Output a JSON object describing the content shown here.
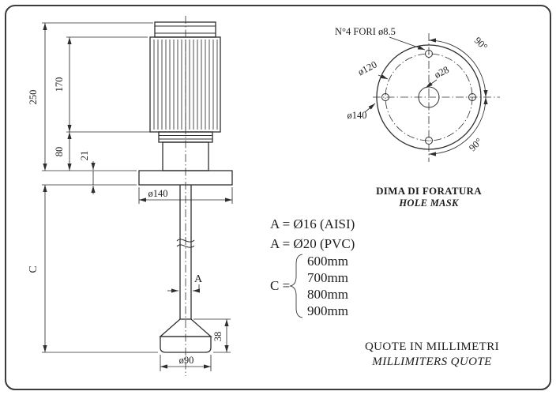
{
  "colors": {
    "ink": "#2e2e2e",
    "paper": "#ffffff"
  },
  "elevation": {
    "dim_250": "250",
    "dim_170": "170",
    "dim_80": "80",
    "dim_21": "21",
    "dim_flange": "ø140",
    "dim_c": "C",
    "dim_a": "A",
    "dim_38": "38",
    "dim_base": "ø90"
  },
  "hole_mask": {
    "callout_holes": "N°4 FORI  ø8.5",
    "dim_bolt_circle": "ø120",
    "dim_center_hole": "ø28",
    "dim_outer": "ø140",
    "angle_top": "90°",
    "angle_bottom": "90°",
    "title": "DIMA DI FORATURA",
    "subtitle": "HOLE MASK"
  },
  "specs": {
    "shaft_aisi": "A = Ø16  (AISI)",
    "shaft_pvc": "A = Ø20 (PVC)",
    "c_label": "C =",
    "c_options": [
      "600mm",
      "700mm",
      "800mm",
      "900mm"
    ]
  },
  "footer": {
    "line_it": "QUOTE IN MILLIMETRI",
    "line_en": "MILLIMITERS  QUOTE"
  }
}
